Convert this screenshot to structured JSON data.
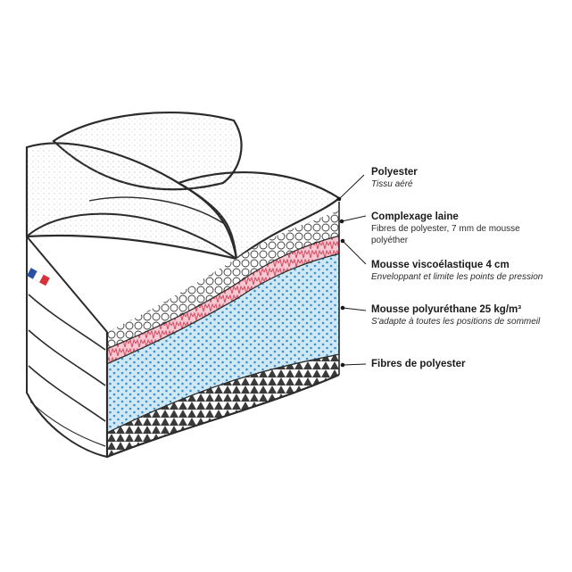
{
  "layers": [
    {
      "title": "Polyester",
      "desc": "Tissu aéré",
      "italic": true
    },
    {
      "title": "Complexage laine",
      "desc": "Fibres de polyester, 7 mm de mousse polyéther",
      "italic": false
    },
    {
      "title": "Mousse viscoélastique 4 cm",
      "desc": "Enveloppant et limite les points de pression",
      "italic": true
    },
    {
      "title": "Mousse polyuréthane 25 kg/m³",
      "desc": "S'adapte à toutes les positions de sommeil",
      "italic": true
    },
    {
      "title": "Fibres de polyester",
      "desc": "",
      "italic": false
    }
  ],
  "colors": {
    "outline": "#2b2b2b",
    "foam_blue": "#cfe8f6",
    "foam_dots": "#3d8fc9",
    "visco_pink": "#f7c9d3",
    "visco_lines": "#d9485f",
    "flag_blue": "#2a4fa3",
    "flag_red": "#d6323a"
  }
}
